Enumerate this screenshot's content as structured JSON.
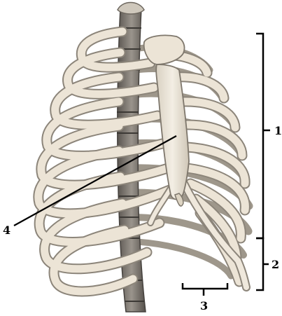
{
  "labels": {
    "one": "1",
    "two": "2",
    "three": "3",
    "four": "4"
  },
  "colors": {
    "bone": "#ece4d6",
    "bone_shadow": "#b9b0a1",
    "bone_outline": "#8c857a",
    "spine": "#7b7670",
    "spine_dark": "#4f4b47",
    "line": "#000000"
  }
}
